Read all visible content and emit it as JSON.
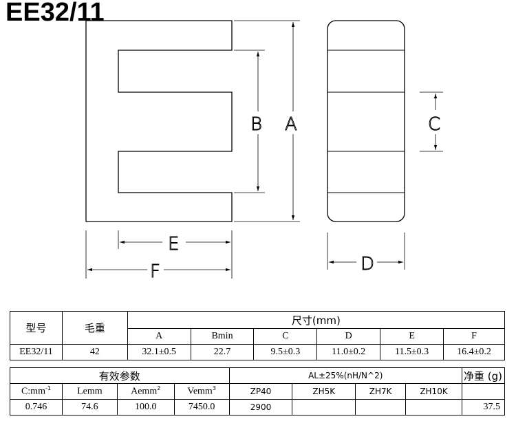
{
  "title": "EE32/11",
  "drawing": {
    "labels": {
      "A": "A",
      "B": "B",
      "C": "C",
      "D": "D",
      "E": "E",
      "F": "F"
    }
  },
  "spec_table": {
    "col_model": "型号",
    "col_weight": "毛重",
    "col_size": "尺寸(mm)",
    "dims": [
      "A",
      "Bmin",
      "C",
      "D",
      "E",
      "F"
    ],
    "row": {
      "model": "EE32/11",
      "weight": "42",
      "values": [
        "32.1±0.5",
        "22.7",
        "9.5±0.3",
        "11.0±0.2",
        "11.5±0.3",
        "16.4±0.2"
      ]
    }
  },
  "param_table": {
    "col_effective": "有效参数",
    "col_al": "AL±25%(nH/N^2)",
    "col_net": "净重 (g)",
    "params": [
      {
        "name": "C:mm",
        "sup": "-1"
      },
      {
        "name": "Lemm",
        "sup": ""
      },
      {
        "name": "Aemm",
        "sup": "2"
      },
      {
        "name": "Vemm",
        "sup": "3"
      }
    ],
    "materials": [
      "ZP40",
      "ZH5K",
      "ZH7K",
      "ZH10K"
    ],
    "row": {
      "params": [
        "0.746",
        "74.6",
        "100.0",
        "7450.0"
      ],
      "al": [
        "2900",
        "",
        "",
        ""
      ],
      "net": "37.5"
    }
  }
}
